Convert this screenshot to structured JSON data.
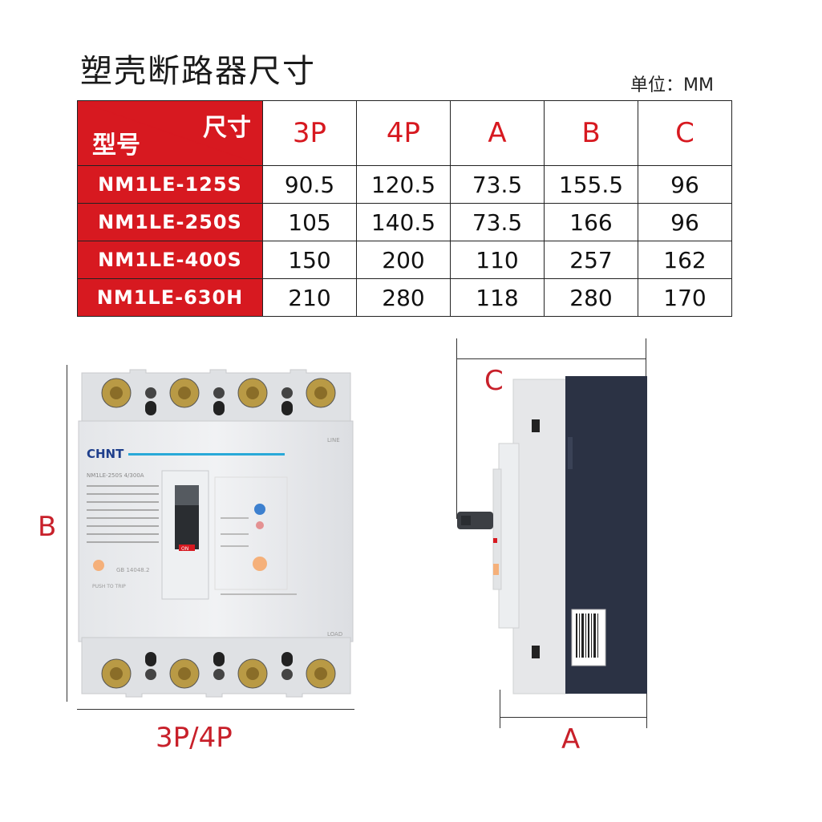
{
  "title": "塑壳断路器尺寸",
  "unit": "单位：MM",
  "table": {
    "corner_top": "尺寸",
    "corner_bottom": "型号",
    "columns": [
      "3P",
      "4P",
      "A",
      "B",
      "C"
    ],
    "rows": [
      {
        "model": "NM1LE-125S",
        "values": [
          "90.5",
          "120.5",
          "73.5",
          "155.5",
          "96"
        ]
      },
      {
        "model": "NM1LE-250S",
        "values": [
          "105",
          "140.5",
          "73.5",
          "166",
          "96"
        ]
      },
      {
        "model": "NM1LE-400S",
        "values": [
          "150",
          "200",
          "110",
          "257",
          "162"
        ]
      },
      {
        "model": "NM1LE-630H",
        "values": [
          "210",
          "280",
          "118",
          "280",
          "170"
        ]
      }
    ]
  },
  "diagram": {
    "label_b": "B",
    "label_width": "3P/4P",
    "label_c": "C",
    "label_a": "A",
    "brand": "CHNT",
    "product_code": "NM1LE-250S 4/300A",
    "line_mark": "LINE",
    "load_mark": "LOAD",
    "on_mark": "ON",
    "push_mark": "PUSH TO TRIP",
    "standard_mark": "GB 14048.2"
  },
  "colors": {
    "header_red": "#d71920",
    "dimension_red": "#c8202a",
    "breaker_body": "#e9eaec",
    "breaker_side_dark": "#2b3244"
  }
}
